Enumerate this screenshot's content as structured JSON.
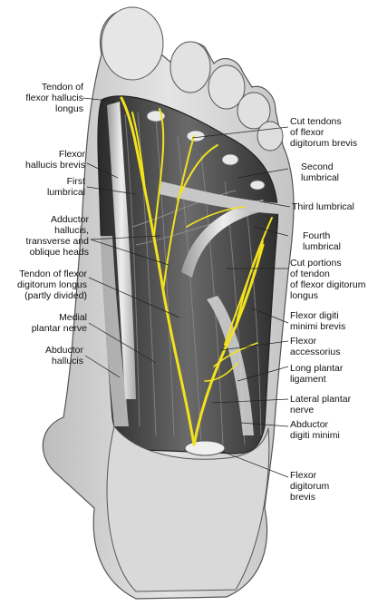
{
  "figure": {
    "nerve_color": "#f2e21e",
    "background": "#ffffff",
    "labels": [
      {
        "id": "tendon-flexor-hallucis-longus",
        "text": "Tendon of\nflexor hallucis\nlongus"
      },
      {
        "id": "flexor-hallucis-brevis",
        "text": "Flexor\nhallucis brevis"
      },
      {
        "id": "first-lumbrical",
        "text": "First\nlumbrical"
      },
      {
        "id": "adductor-hallucis",
        "text": "Adductor\nhallucis,\ntransverse and\noblique heads"
      },
      {
        "id": "tendon-flexor-digitorum-longus",
        "text": "Tendon of flexor\ndigitorum longus\n(partly divided)"
      },
      {
        "id": "medial-plantar-nerve",
        "text": "Medial\nplantar nerve"
      },
      {
        "id": "abductor-hallucis",
        "text": "Abductor\nhallucis"
      },
      {
        "id": "cut-tendons-flexor-digitorum-brevis",
        "text": "Cut tendons\nof flexor\ndigitorum brevis"
      },
      {
        "id": "second-lumbrical",
        "text": "Second\nlumbrical"
      },
      {
        "id": "third-lumbrical",
        "text": "Third lumbrical"
      },
      {
        "id": "fourth-lumbrical",
        "text": "Fourth\nlumbrical"
      },
      {
        "id": "cut-portions-tendon-flexor-digitorum-longus",
        "text": "Cut portions\nof tendon\nof flexor digitorum\nlongus"
      },
      {
        "id": "flexor-digiti-minimi-brevis",
        "text": "Flexor digiti\nminimi brevis"
      },
      {
        "id": "flexor-accessorius",
        "text": "Flexor\naccessorius"
      },
      {
        "id": "long-plantar-ligament",
        "text": "Long plantar\nligament"
      },
      {
        "id": "lateral-plantar-nerve",
        "text": "Lateral plantar\nnerve"
      },
      {
        "id": "abductor-digiti-minimi",
        "text": "Abductor\ndigiti minimi"
      },
      {
        "id": "flexor-digitorum-brevis",
        "text": "Flexor\ndigitorum\nbrevis"
      }
    ]
  }
}
